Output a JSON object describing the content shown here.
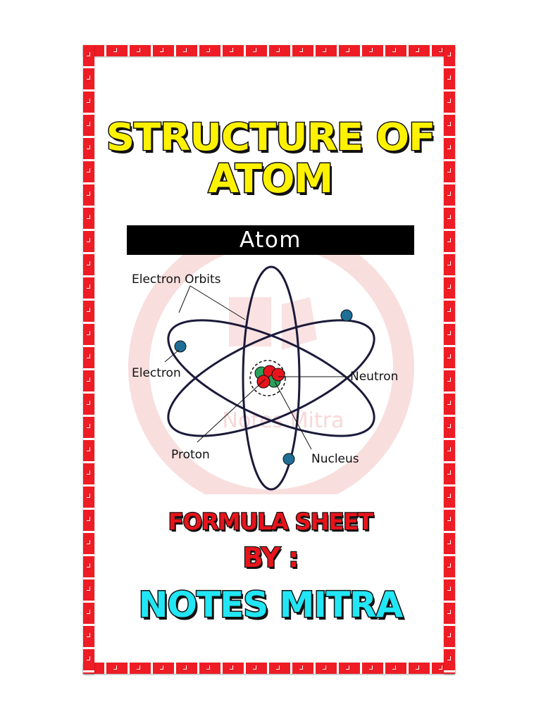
{
  "title": {
    "line1": "STRUCTURE OF",
    "line2": "ATOM"
  },
  "diagram": {
    "header": "Atom",
    "labels": {
      "electron_orbits": "Electron Orbits",
      "electron": "Electron",
      "neutron": "Neutron",
      "proton": "Proton",
      "nucleus": "Nucleus"
    },
    "watermark": "Notes Mitra",
    "colors": {
      "orbit": "#1b1a3a",
      "electron": "#1e6e96",
      "proton": "#e8141c",
      "neutron": "#2aa15a"
    }
  },
  "footer": {
    "formula": "FORMULA SHEET",
    "by": "BY :",
    "author": "NOTES MITRA"
  },
  "colors": {
    "border": "#ee1c24",
    "title": "#fff200",
    "formula": "#e8141c",
    "author": "#22e6f5"
  }
}
